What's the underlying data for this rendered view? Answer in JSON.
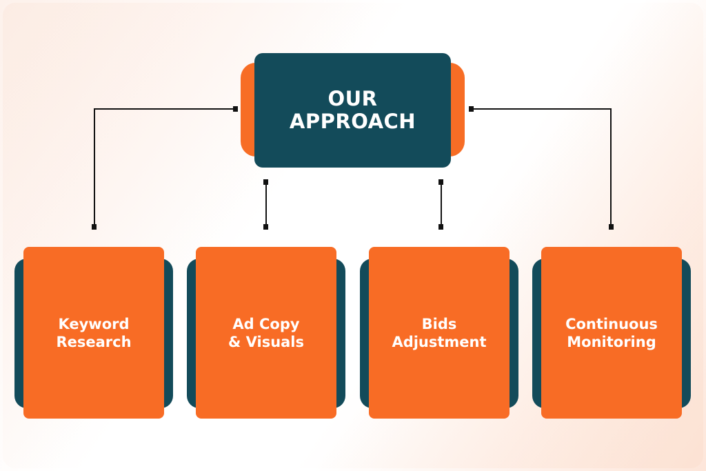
{
  "colors": {
    "primary_teal": "#134b5a",
    "accent_orange": "#f86c25",
    "connector": "#111111"
  },
  "root": {
    "lines": [
      "OUR",
      "APPROACH"
    ]
  },
  "children": [
    {
      "lines": [
        "Keyword",
        "Research"
      ]
    },
    {
      "lines": [
        "Ad Copy",
        "& Visuals"
      ]
    },
    {
      "lines": [
        "Bids",
        "Adjustment"
      ]
    },
    {
      "lines": [
        "Continuous",
        "Monitoring"
      ]
    }
  ]
}
